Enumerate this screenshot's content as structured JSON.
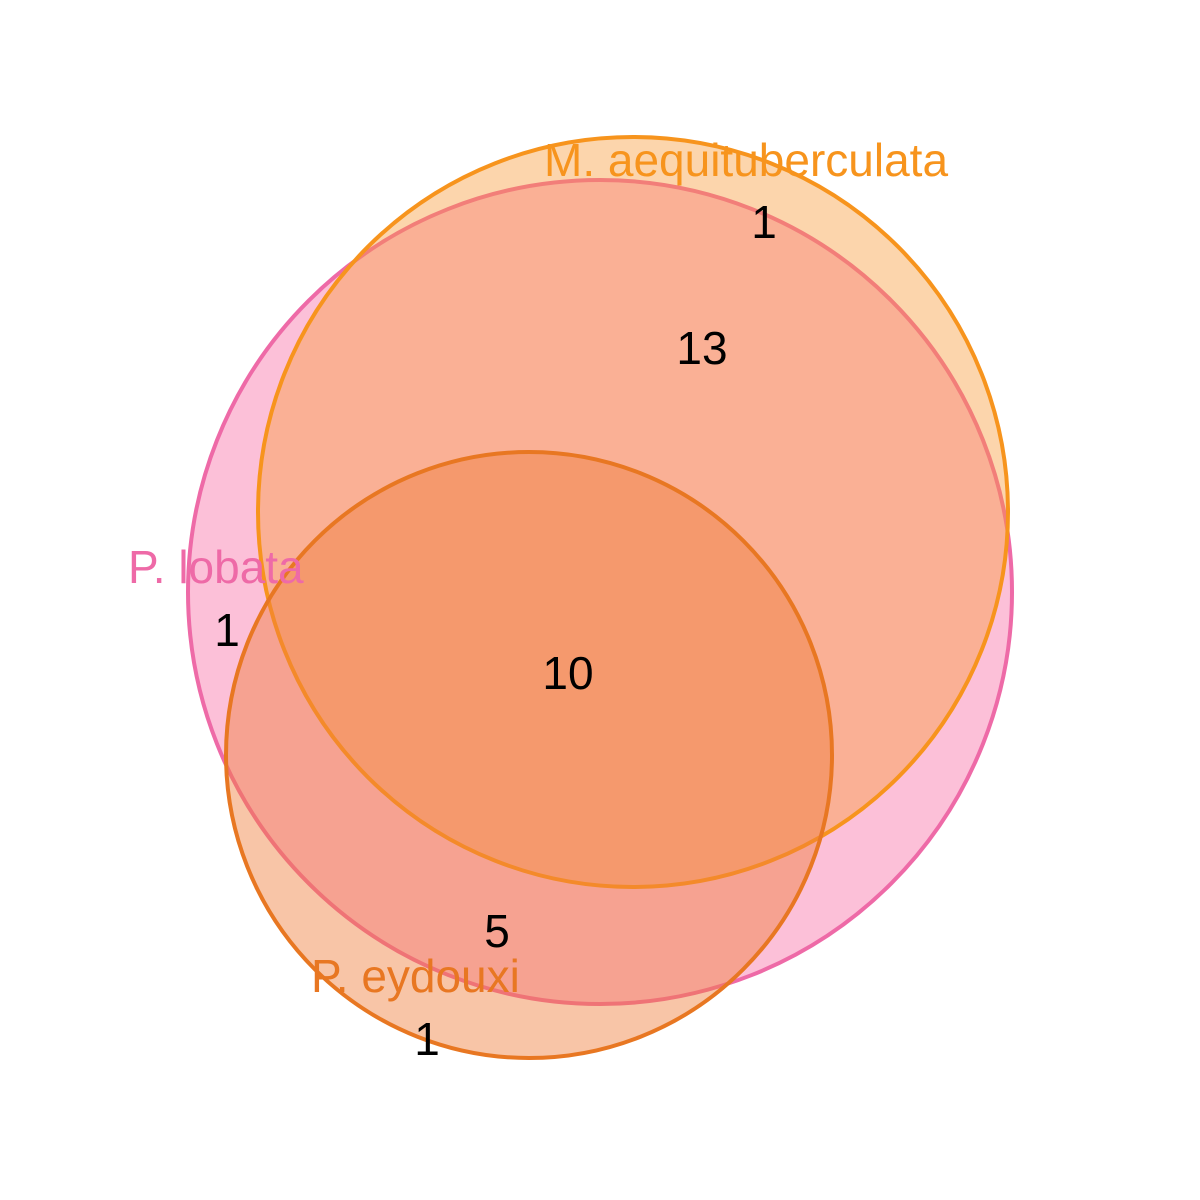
{
  "sets": [
    {
      "key": "lobata",
      "name": "P. lobata",
      "fill": "#F768A1",
      "fill_opacity": 0.42,
      "stroke": "#EE6AA7",
      "label_color": "#EE6AA7"
    },
    {
      "key": "aequi",
      "name": "M. aequituberculata",
      "fill": "#F89A3A",
      "fill_opacity": 0.42,
      "stroke": "#F7941D",
      "label_color": "#F7941D"
    },
    {
      "key": "eydouxi",
      "name": "P. eydouxi",
      "fill": "#F07F3C",
      "fill_opacity": 0.45,
      "stroke": "#E87722",
      "label_color": "#E87722"
    }
  ],
  "regions": {
    "aequi_only": "1",
    "lobata_aequi": "13",
    "lobata_only": "1",
    "all_three": "10",
    "lobata_eydouxi": "5",
    "eydouxi_only": "1"
  }
}
